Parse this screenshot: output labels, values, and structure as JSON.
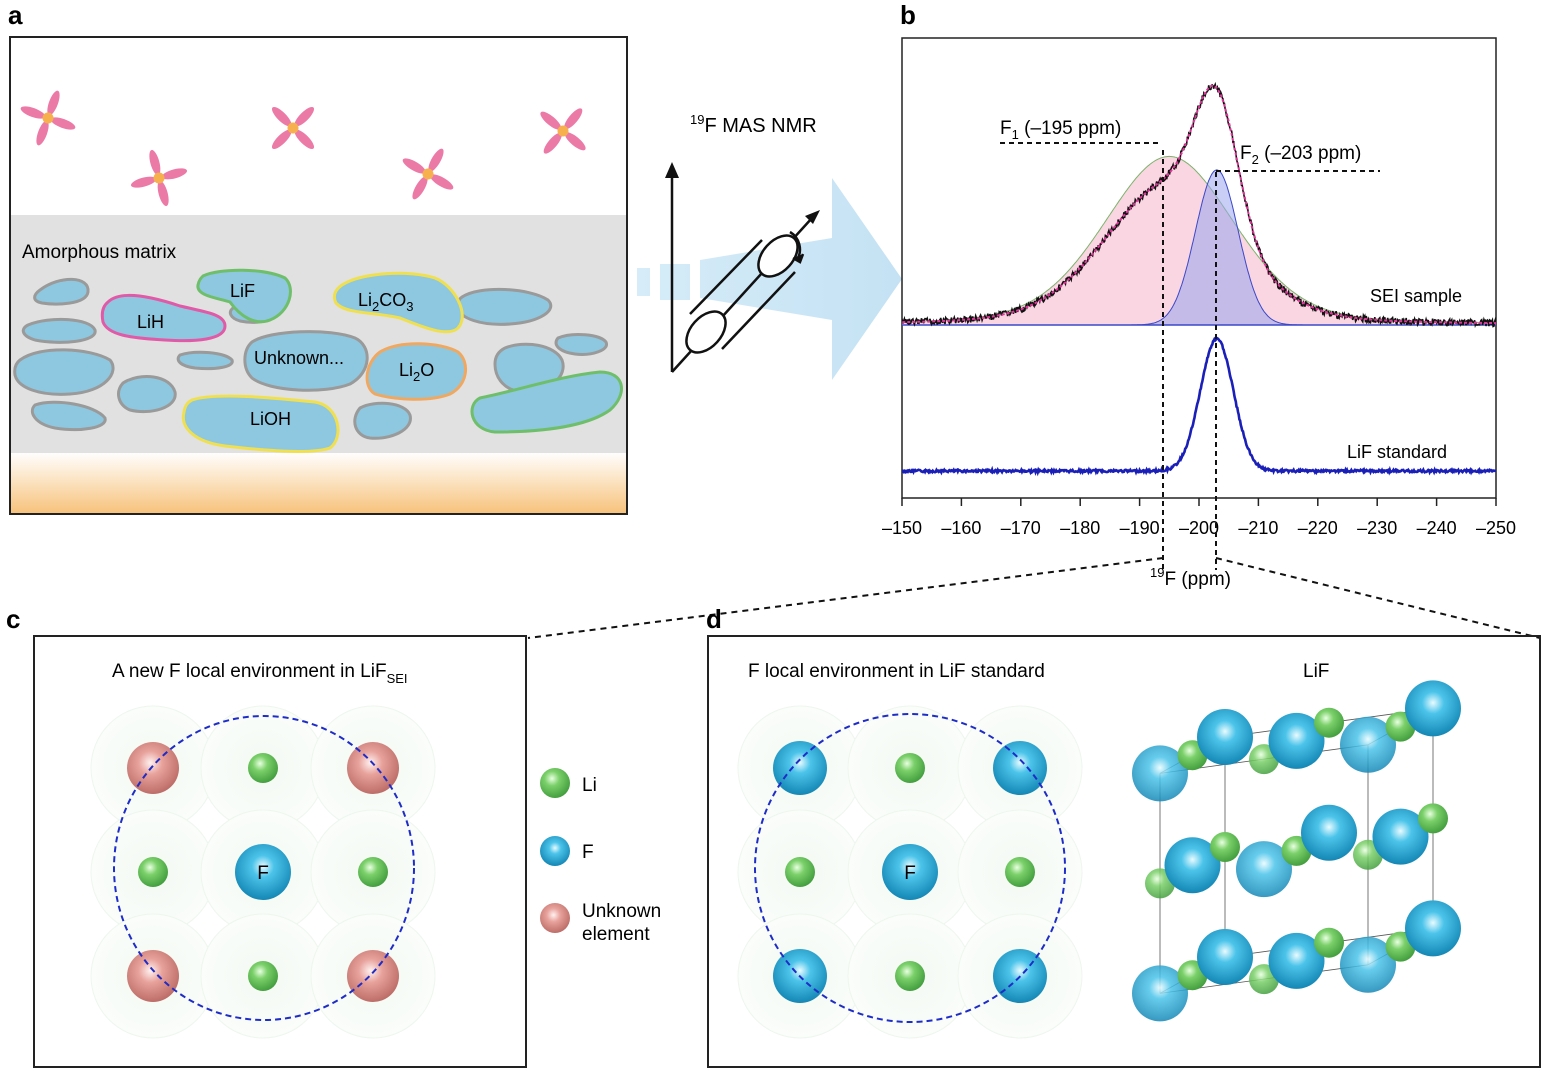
{
  "panels": {
    "a": {
      "letter": "a",
      "matrix_label": "Amorphous matrix",
      "particles": [
        {
          "text": "LiH"
        },
        {
          "text": "LiF"
        },
        {
          "base": "Li",
          "sub1": "2",
          "mid": "CO",
          "sub2": "3"
        },
        {
          "text": "Unknown..."
        },
        {
          "base": "Li",
          "sub1": "2",
          "mid": "O",
          "sub2": ""
        },
        {
          "text": "LiOH"
        }
      ]
    },
    "arrow": {
      "sup": "19",
      "label": "F MAS NMR"
    },
    "b": {
      "letter": "b",
      "f1_label": "F",
      "f1_sub": "1",
      "f1_value": " (–195 ppm)",
      "f2_label": "F",
      "f2_sub": "2",
      "f2_value": " (–203 ppm)",
      "sei_label": "SEI sample",
      "lif_label": "LiF standard",
      "xlabel_sup": "19",
      "xlabel": "F (ppm)"
    },
    "c": {
      "letter": "c",
      "title": "A new F local environment in LiF",
      "title_sub": "SEI",
      "center_label": "F"
    },
    "legend": [
      {
        "label": "Li",
        "color": "#5cb85c"
      },
      {
        "label": "F",
        "color": "#1a9cc8"
      },
      {
        "label": "Unknown",
        "label2": "element",
        "color": "#d9837f"
      }
    ],
    "d": {
      "letter": "d",
      "title": "F local environment in LiF standard",
      "center_label": "F",
      "crystal_title": "LiF"
    }
  },
  "chart_data": {
    "type": "line",
    "x_range": [
      -150,
      -250
    ],
    "x_ticks": [
      "–150",
      "–160",
      "–170",
      "–180",
      "–190",
      "–200",
      "–210",
      "–220",
      "–230",
      "–240",
      "–250"
    ],
    "x_tick_values": [
      -150,
      -160,
      -170,
      -180,
      -190,
      -200,
      -210,
      -220,
      -230,
      -240,
      -250
    ],
    "series": [
      {
        "name": "SEI sample",
        "peaks": [
          {
            "center": -195,
            "height": 1.0,
            "width": 11
          },
          {
            "center": -203,
            "height": 0.92,
            "width": 3.6
          }
        ]
      },
      {
        "name": "LiF standard",
        "peaks": [
          {
            "center": -203,
            "height": 1.0,
            "width": 2.8
          }
        ]
      }
    ],
    "colors": {
      "experimental": "#111111",
      "fit": "#e0359a",
      "f1": "#f7c8d8",
      "f2": "#9aa6ee",
      "standard": "#1a1fb8"
    }
  }
}
